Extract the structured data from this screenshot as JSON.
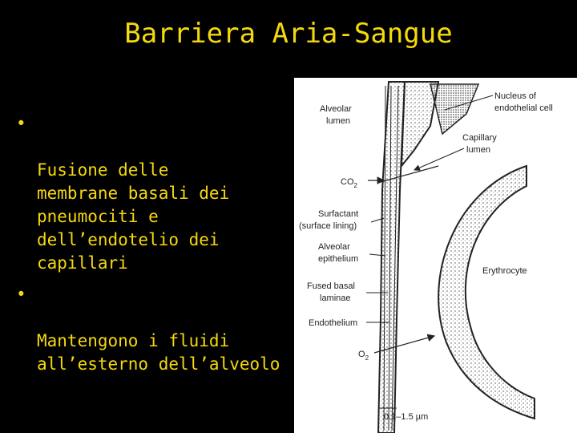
{
  "title": "Barriera Aria-Sangue",
  "bullets": [
    {
      "marker": "•",
      "text": "Fusione delle\nmembrane basali dei\npneumociti e\ndell’endotelio dei\ncapillari"
    },
    {
      "marker": "•",
      "text": "Mantengono i fluidi\nall’esterno dell’alveolo"
    }
  ],
  "figure": {
    "labels": {
      "alveolar_lumen_1": "Alveolar",
      "alveolar_lumen_2": "lumen",
      "nucleus_1": "Nucleus of",
      "nucleus_2": "endothelial cell",
      "capillary_lumen_1": "Capillary",
      "capillary_lumen_2": "lumen",
      "co2": "CO",
      "co2_sub": "2",
      "surfactant_1": "Surfactant",
      "surfactant_2": "(surface lining)",
      "alveolar_epithelium_1": "Alveolar",
      "alveolar_epithelium_2": "epithelium",
      "erythrocyte": "Erythrocyte",
      "fused_basal_1": "Fused basal",
      "fused_basal_2": "laminae",
      "endothelium": "Endothelium",
      "o2": "O",
      "o2_sub": "2",
      "scale": "0.1–1.5 µm"
    }
  },
  "colors": {
    "background": "#000000",
    "text": "#f5d90f",
    "figure_bg": "#ffffff"
  }
}
